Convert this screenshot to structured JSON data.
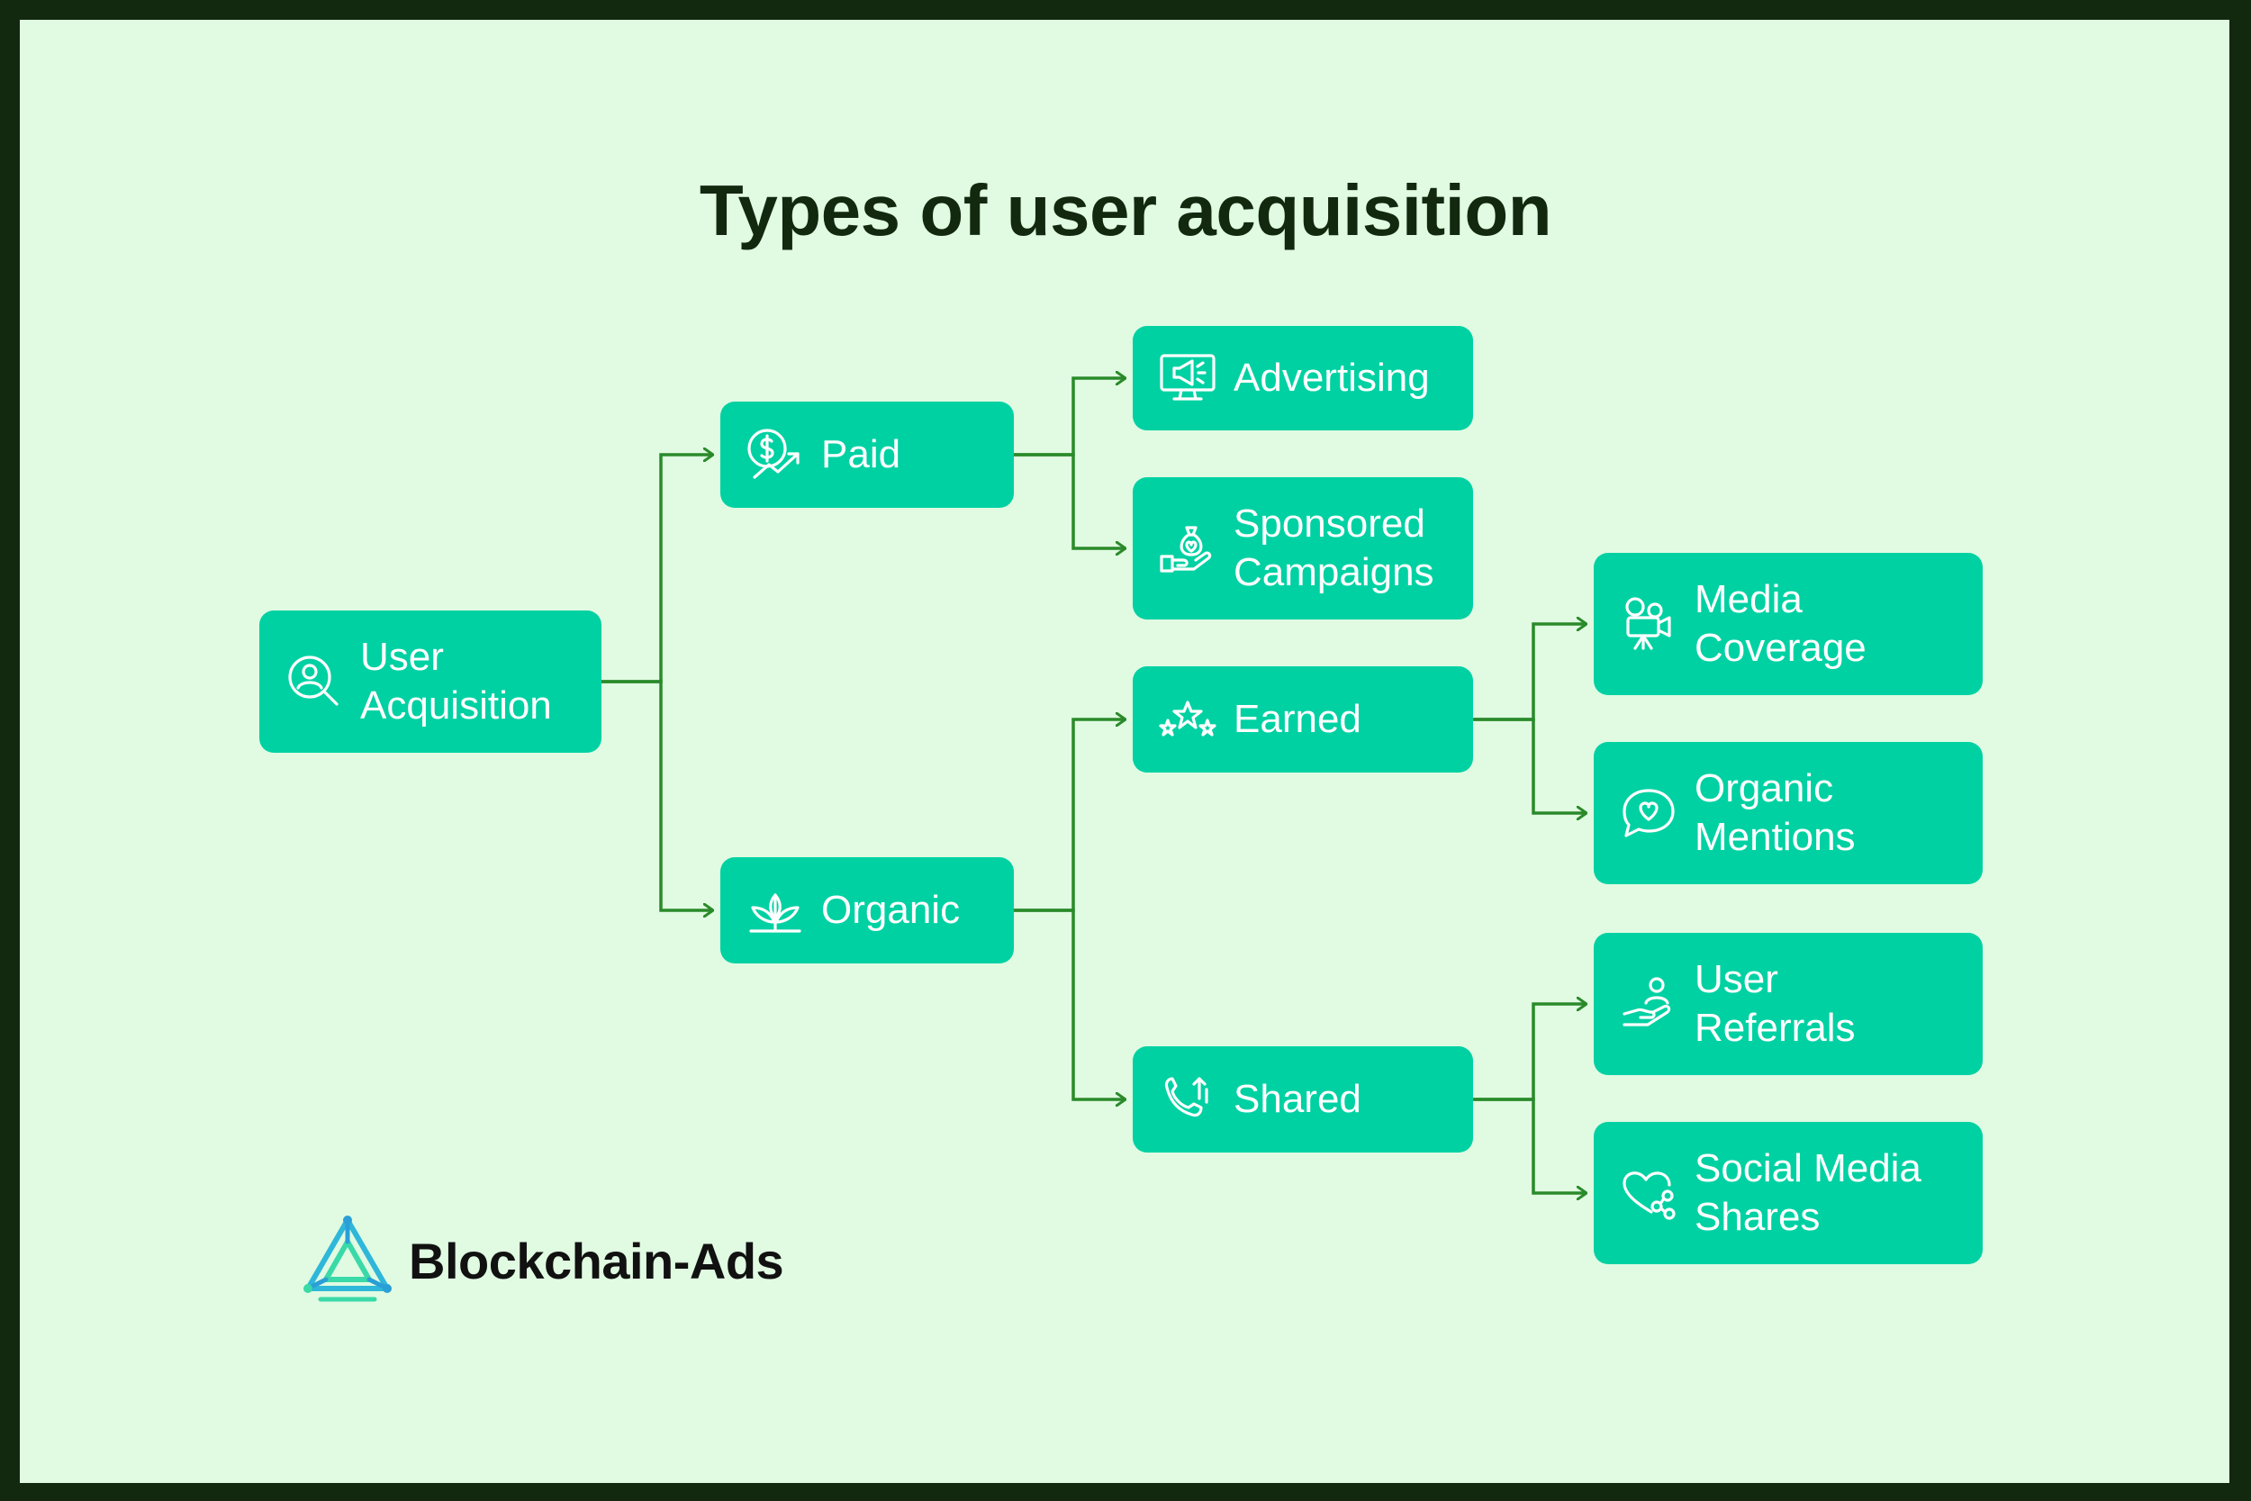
{
  "title": "Types of user acquisition",
  "brand": {
    "name": "Blockchain-Ads"
  },
  "colors": {
    "node": "#00d1a3",
    "connector": "#2a8a2a",
    "background": "#e0fbe2",
    "frame": "#13290f",
    "title": "#13290f"
  },
  "nodes": {
    "root": {
      "label": "User\nAcquisition",
      "icon": "user-search-icon"
    },
    "paid": {
      "label": "Paid",
      "icon": "money-growth-icon"
    },
    "organic": {
      "label": "Organic",
      "icon": "plant-icon"
    },
    "advertising": {
      "label": "Advertising",
      "icon": "monitor-megaphone-icon"
    },
    "sponsored": {
      "label": "Sponsored\nCampaigns",
      "icon": "hand-money-bag-icon"
    },
    "earned": {
      "label": "Earned",
      "icon": "stars-icon"
    },
    "shared": {
      "label": "Shared",
      "icon": "phone-share-icon"
    },
    "media": {
      "label": "Media\nCoverage",
      "icon": "camera-icon"
    },
    "mentions": {
      "label": "Organic\nMentions",
      "icon": "chat-heart-icon"
    },
    "referrals": {
      "label": "User\nReferrals",
      "icon": "hand-user-icon"
    },
    "social": {
      "label": "Social Media\nShares",
      "icon": "heart-share-icon"
    }
  },
  "edges": [
    [
      "root",
      "paid"
    ],
    [
      "root",
      "organic"
    ],
    [
      "paid",
      "advertising"
    ],
    [
      "paid",
      "sponsored"
    ],
    [
      "organic",
      "earned"
    ],
    [
      "organic",
      "shared"
    ],
    [
      "earned",
      "media"
    ],
    [
      "earned",
      "mentions"
    ],
    [
      "shared",
      "referrals"
    ],
    [
      "shared",
      "social"
    ]
  ]
}
